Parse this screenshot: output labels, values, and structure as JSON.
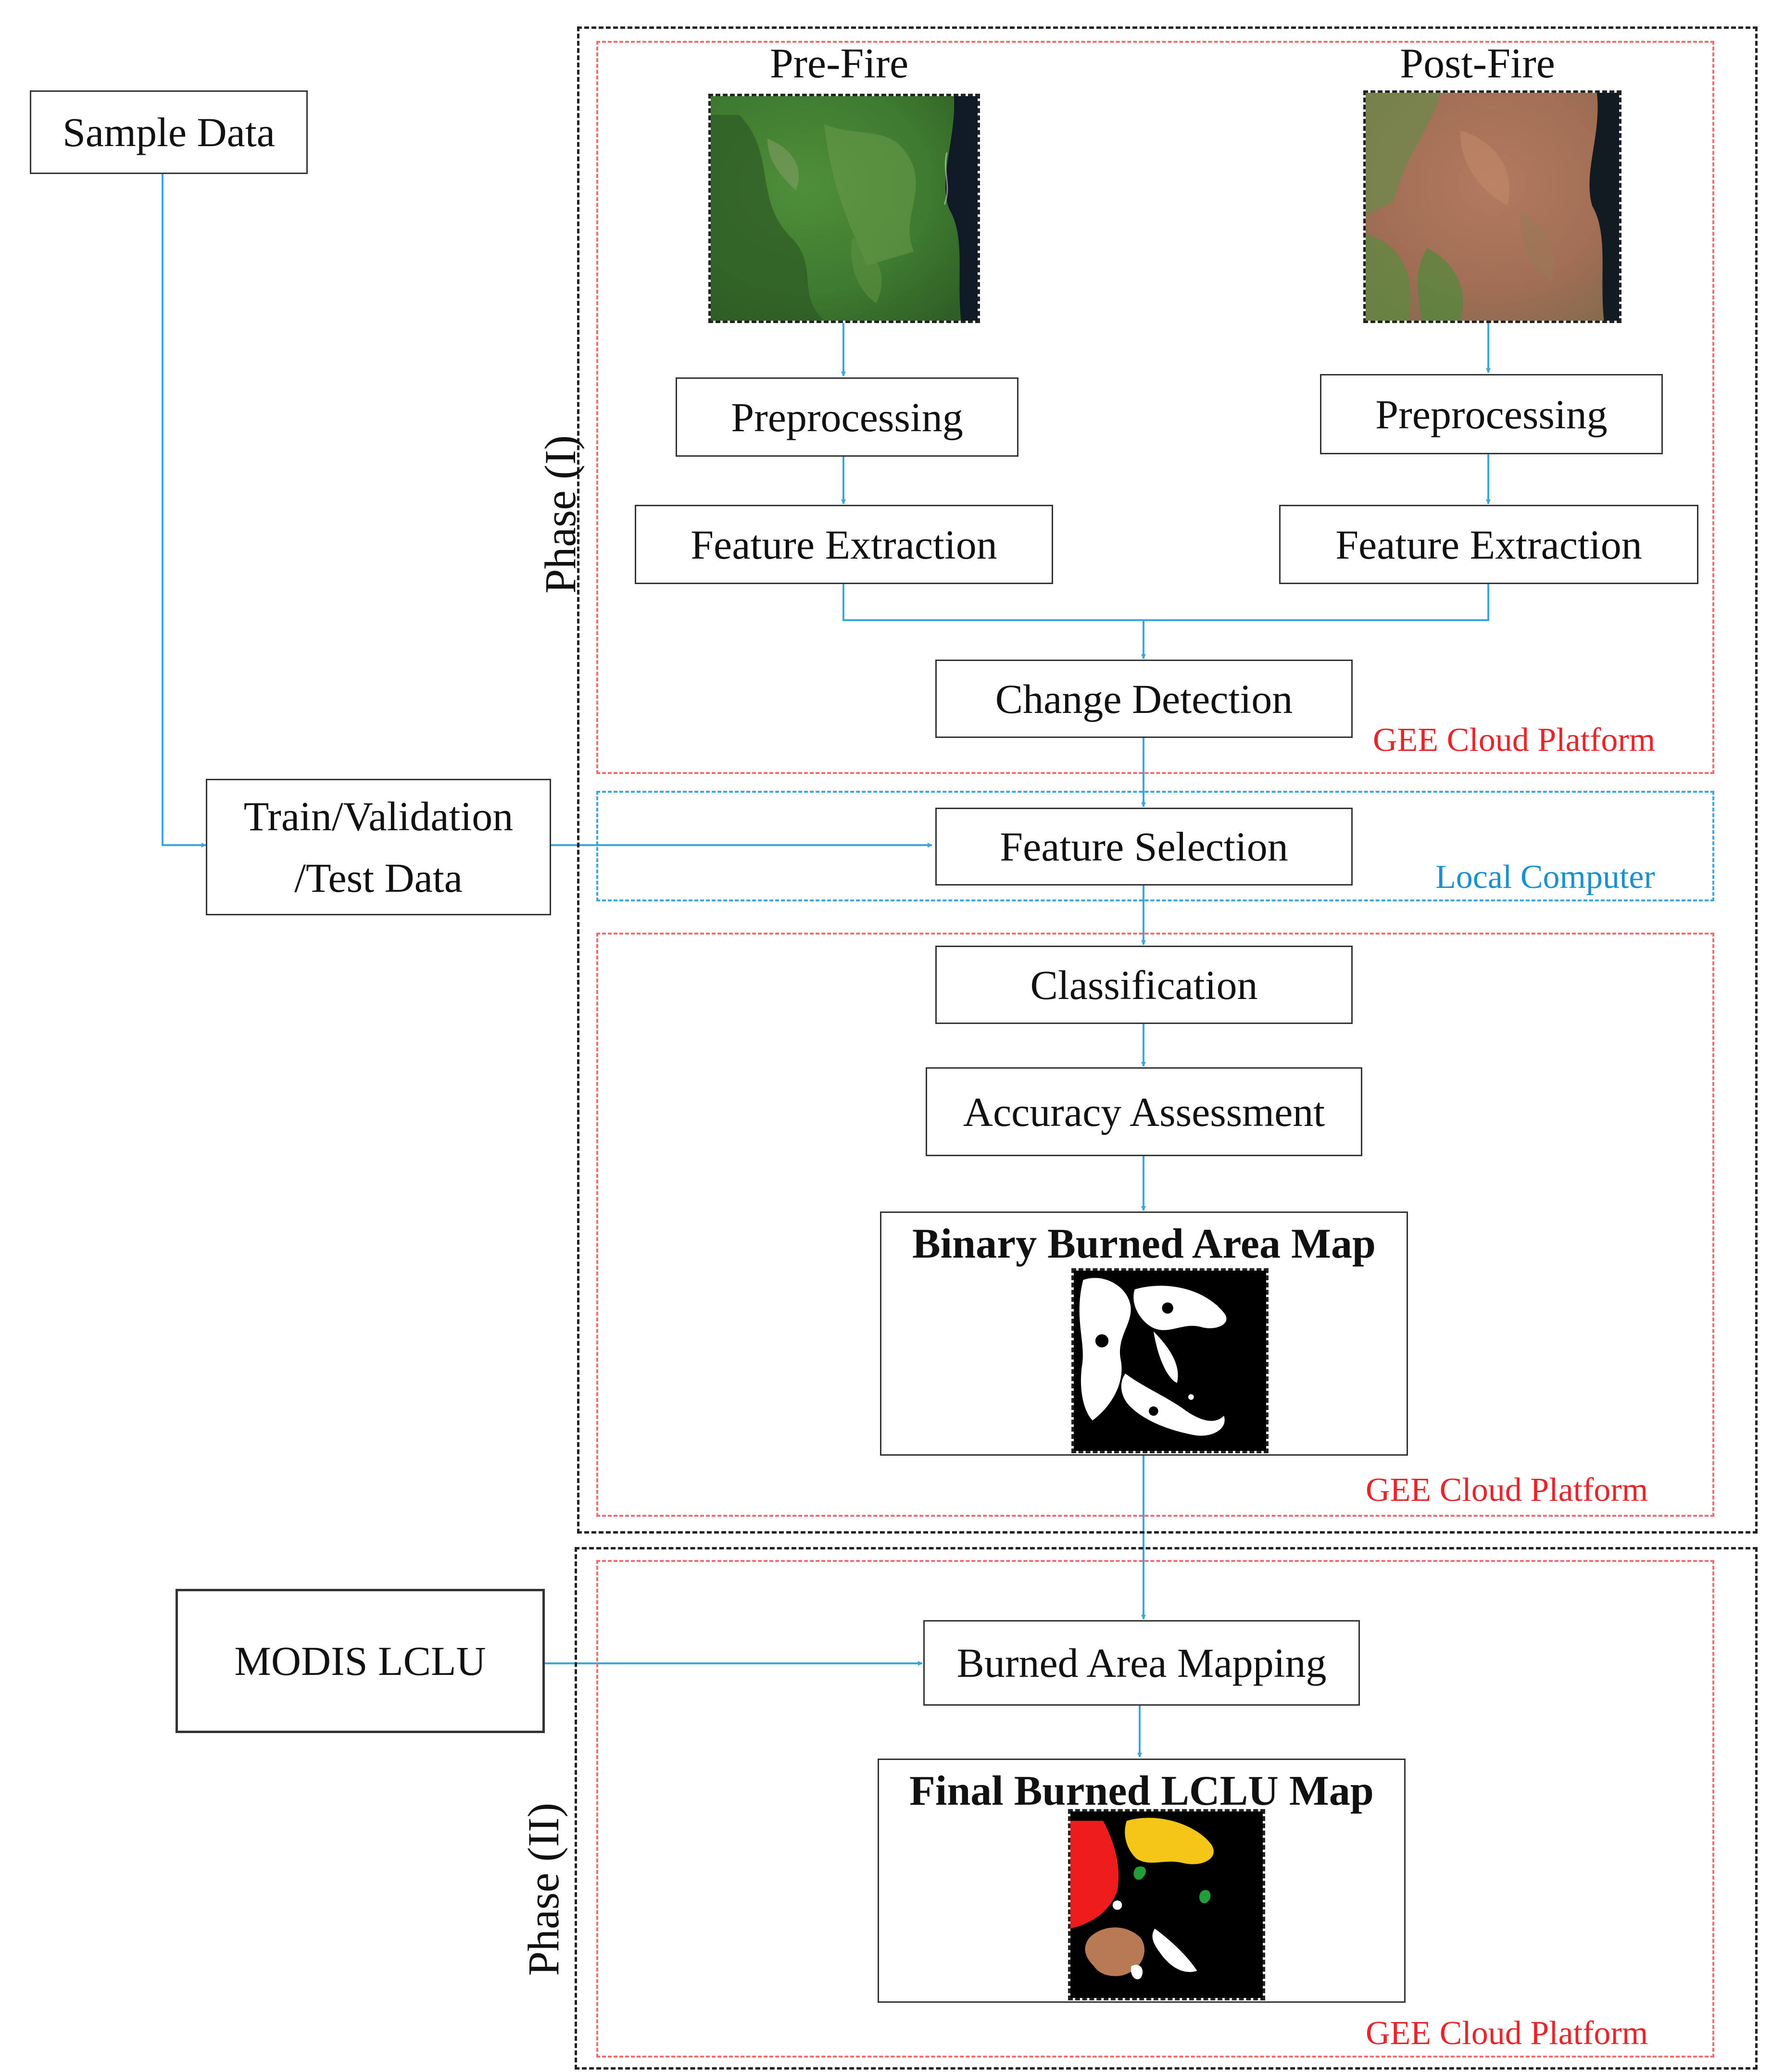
{
  "phases": {
    "one": "Phase (I)",
    "two": "Phase (II)"
  },
  "platforms": {
    "gee": "GEE Cloud Platform",
    "local": "Local Computer"
  },
  "inputs": {
    "sample_data": "Sample Data",
    "train_line1": "Train/Validation",
    "train_line2": "/Test Data",
    "modis": "MODIS LCLU"
  },
  "pre_fire": {
    "title": "Pre-Fire",
    "preprocessing": "Preprocessing",
    "feature_extraction": "Feature Extraction"
  },
  "post_fire": {
    "title": "Post-Fire",
    "preprocessing": "Preprocessing",
    "feature_extraction": "Feature Extraction"
  },
  "steps": {
    "change_detection": "Change Detection",
    "feature_selection": "Feature Selection",
    "classification": "Classification",
    "accuracy_assessment": "Accuracy Assessment",
    "burned_area_mapping": "Burned Area Mapping"
  },
  "outputs": {
    "binary_map": "Binary Burned Area Map",
    "final_map": "Final Burned LCLU Map"
  },
  "colors": {
    "arrow": "#3aa6e0",
    "gee_frame": "#f26d6d",
    "gee_text": "#e8262a",
    "local_frame": "#3aa6e0",
    "local_text": "#1c8fd0",
    "lclu_red": "#ee1c1c",
    "lclu_yellow": "#f5c518",
    "lclu_green": "#1f9e3a",
    "lclu_brown": "#b87a55"
  }
}
